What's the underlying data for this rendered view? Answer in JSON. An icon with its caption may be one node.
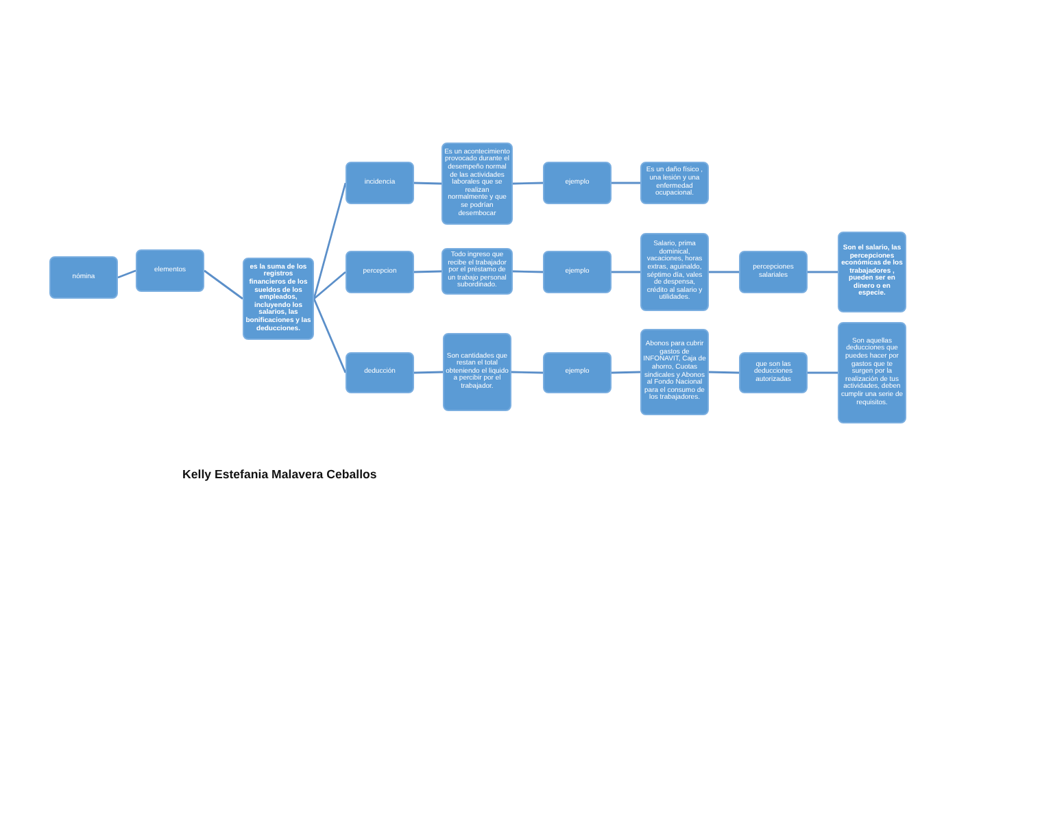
{
  "diagram": {
    "nodes": [
      {
        "text": [
          "nómina"
        ]
      },
      {
        "text": [
          "elementos"
        ]
      },
      {
        "text": [
          "es la suma de los registros financieros de los sueldos de los empleados, incluyendo los salarios, las bonificaciones y las deducciones."
        ]
      },
      {
        "text": [
          "incidencia"
        ]
      },
      {
        "text": [
          "Es un acontecimiento provocado durante el desempeño normal de las actividades laborales que se realizan normalmente y que se podrían desembocar"
        ]
      },
      {
        "text": [
          "ejemplo"
        ]
      },
      {
        "text": [
          "Es un daño físico , una lesión y una enfermedad ocupacional."
        ]
      },
      {
        "text": [
          "percepcion"
        ]
      },
      {
        "text": [
          "Todo ingreso que recibe el trabajador por el préstamo de un trabajo personal subordinado."
        ]
      },
      {
        "text": [
          "ejemplo"
        ]
      },
      {
        "text": [
          "Salario, prima dominical, vacaciones, horas extras, aguinaldo, séptimo día, vales de despensa, crédito al salario y utilidades."
        ]
      },
      {
        "text": [
          "percepciones salariales"
        ]
      },
      {
        "text": [
          "Son el salario, las percepciones económicas de los trabajadores , pueden ser en dinero o en especie."
        ]
      },
      {
        "text": [
          "deducción"
        ]
      },
      {
        "text": [
          "Son cantidades que restan el total obteniendo el liquido a percibir por el trabajador."
        ]
      },
      {
        "text": [
          "ejemplo"
        ]
      },
      {
        "text": [
          "Abonos para cubrir gastos de INFONAVIT, Caja de ahorro, Cuotas sindicales y Abonos al Fondo Nacional para el consumo de los trabajadores."
        ]
      },
      {
        "text": [
          "que son las deducciones autorizadas"
        ]
      },
      {
        "text": [
          "Son aquellas deducciones que puedes hacer por gastos que te surgen por la realización de tus actividades, deben cumplir una serie de requisitos."
        ]
      }
    ],
    "edges": [
      {
        "from": 0,
        "to": 1,
        "arrow": "none"
      },
      {
        "from": 1,
        "to": 2,
        "arrow": "none"
      },
      {
        "from": 2,
        "to": 3,
        "arrow": "none"
      },
      {
        "from": 2,
        "to": 7,
        "arrow": "none"
      },
      {
        "from": 2,
        "to": 13,
        "arrow": "none"
      },
      {
        "from": 3,
        "to": 4,
        "arrow": "none"
      },
      {
        "from": 4,
        "to": 5,
        "arrow": "none"
      },
      {
        "from": 5,
        "to": 6,
        "arrow": "none"
      },
      {
        "from": 7,
        "to": 8,
        "arrow": "none"
      },
      {
        "from": 8,
        "to": 9,
        "arrow": "none"
      },
      {
        "from": 9,
        "to": 10,
        "arrow": "none"
      },
      {
        "from": 10,
        "to": 11,
        "arrow": "none"
      },
      {
        "from": 11,
        "to": 12,
        "arrow": "none"
      },
      {
        "from": 13,
        "to": 14,
        "arrow": "none"
      },
      {
        "from": 14,
        "to": 15,
        "arrow": "none"
      },
      {
        "from": 15,
        "to": 16,
        "arrow": "none"
      },
      {
        "from": 16,
        "to": 17,
        "arrow": "none"
      },
      {
        "from": 17,
        "to": 18,
        "arrow": "none"
      }
    ],
    "labels": [
      "Kelly Estefania Malavera Ceballos"
    ]
  }
}
